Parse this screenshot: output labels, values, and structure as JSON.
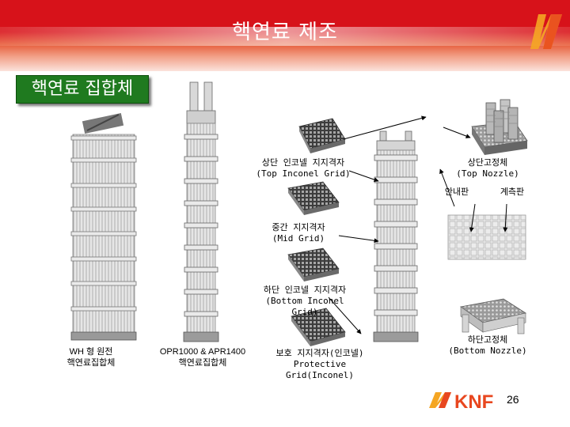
{
  "header": {
    "title": "핵연료 제조",
    "logo_colors": [
      "#f5a623",
      "#e8471f"
    ]
  },
  "subtitle": "핵연료 집합체",
  "assemblies": [
    {
      "line1": "WH 형 원전",
      "line2": "핵연료집합체"
    },
    {
      "line1": "OPR1000 & APR1400",
      "line2": "핵연료집합체"
    }
  ],
  "components": {
    "top_inconel_grid": {
      "ko": "상단 인코넬 지지격자",
      "en": "(Top Inconel Grid)"
    },
    "mid_grid": {
      "ko": "중간 지지격자",
      "en": "(Mid Grid)"
    },
    "bottom_inconel_grid": {
      "ko": "하단 인코넬 지지격자",
      "en": "(Bottom Inconel Grid)"
    },
    "protective_grid": {
      "ko": "보호 지지격자(인코넬)",
      "en": "Protective Grid(Inconel)"
    },
    "top_nozzle": {
      "ko": "상단고정체",
      "en": "(Top Nozzle)"
    },
    "guide_plate": "안내판",
    "flow_plate": "계측판",
    "bottom_nozzle": {
      "ko": "하단고정체",
      "en": "(Bottom Nozzle)"
    }
  },
  "footer": {
    "logo_text": "KNF",
    "page": "26"
  },
  "colors": {
    "header_red": "#d7121a",
    "subtitle_green": "#1f7a1f",
    "logo_orange": "#f5a623",
    "logo_red": "#e8471f"
  }
}
